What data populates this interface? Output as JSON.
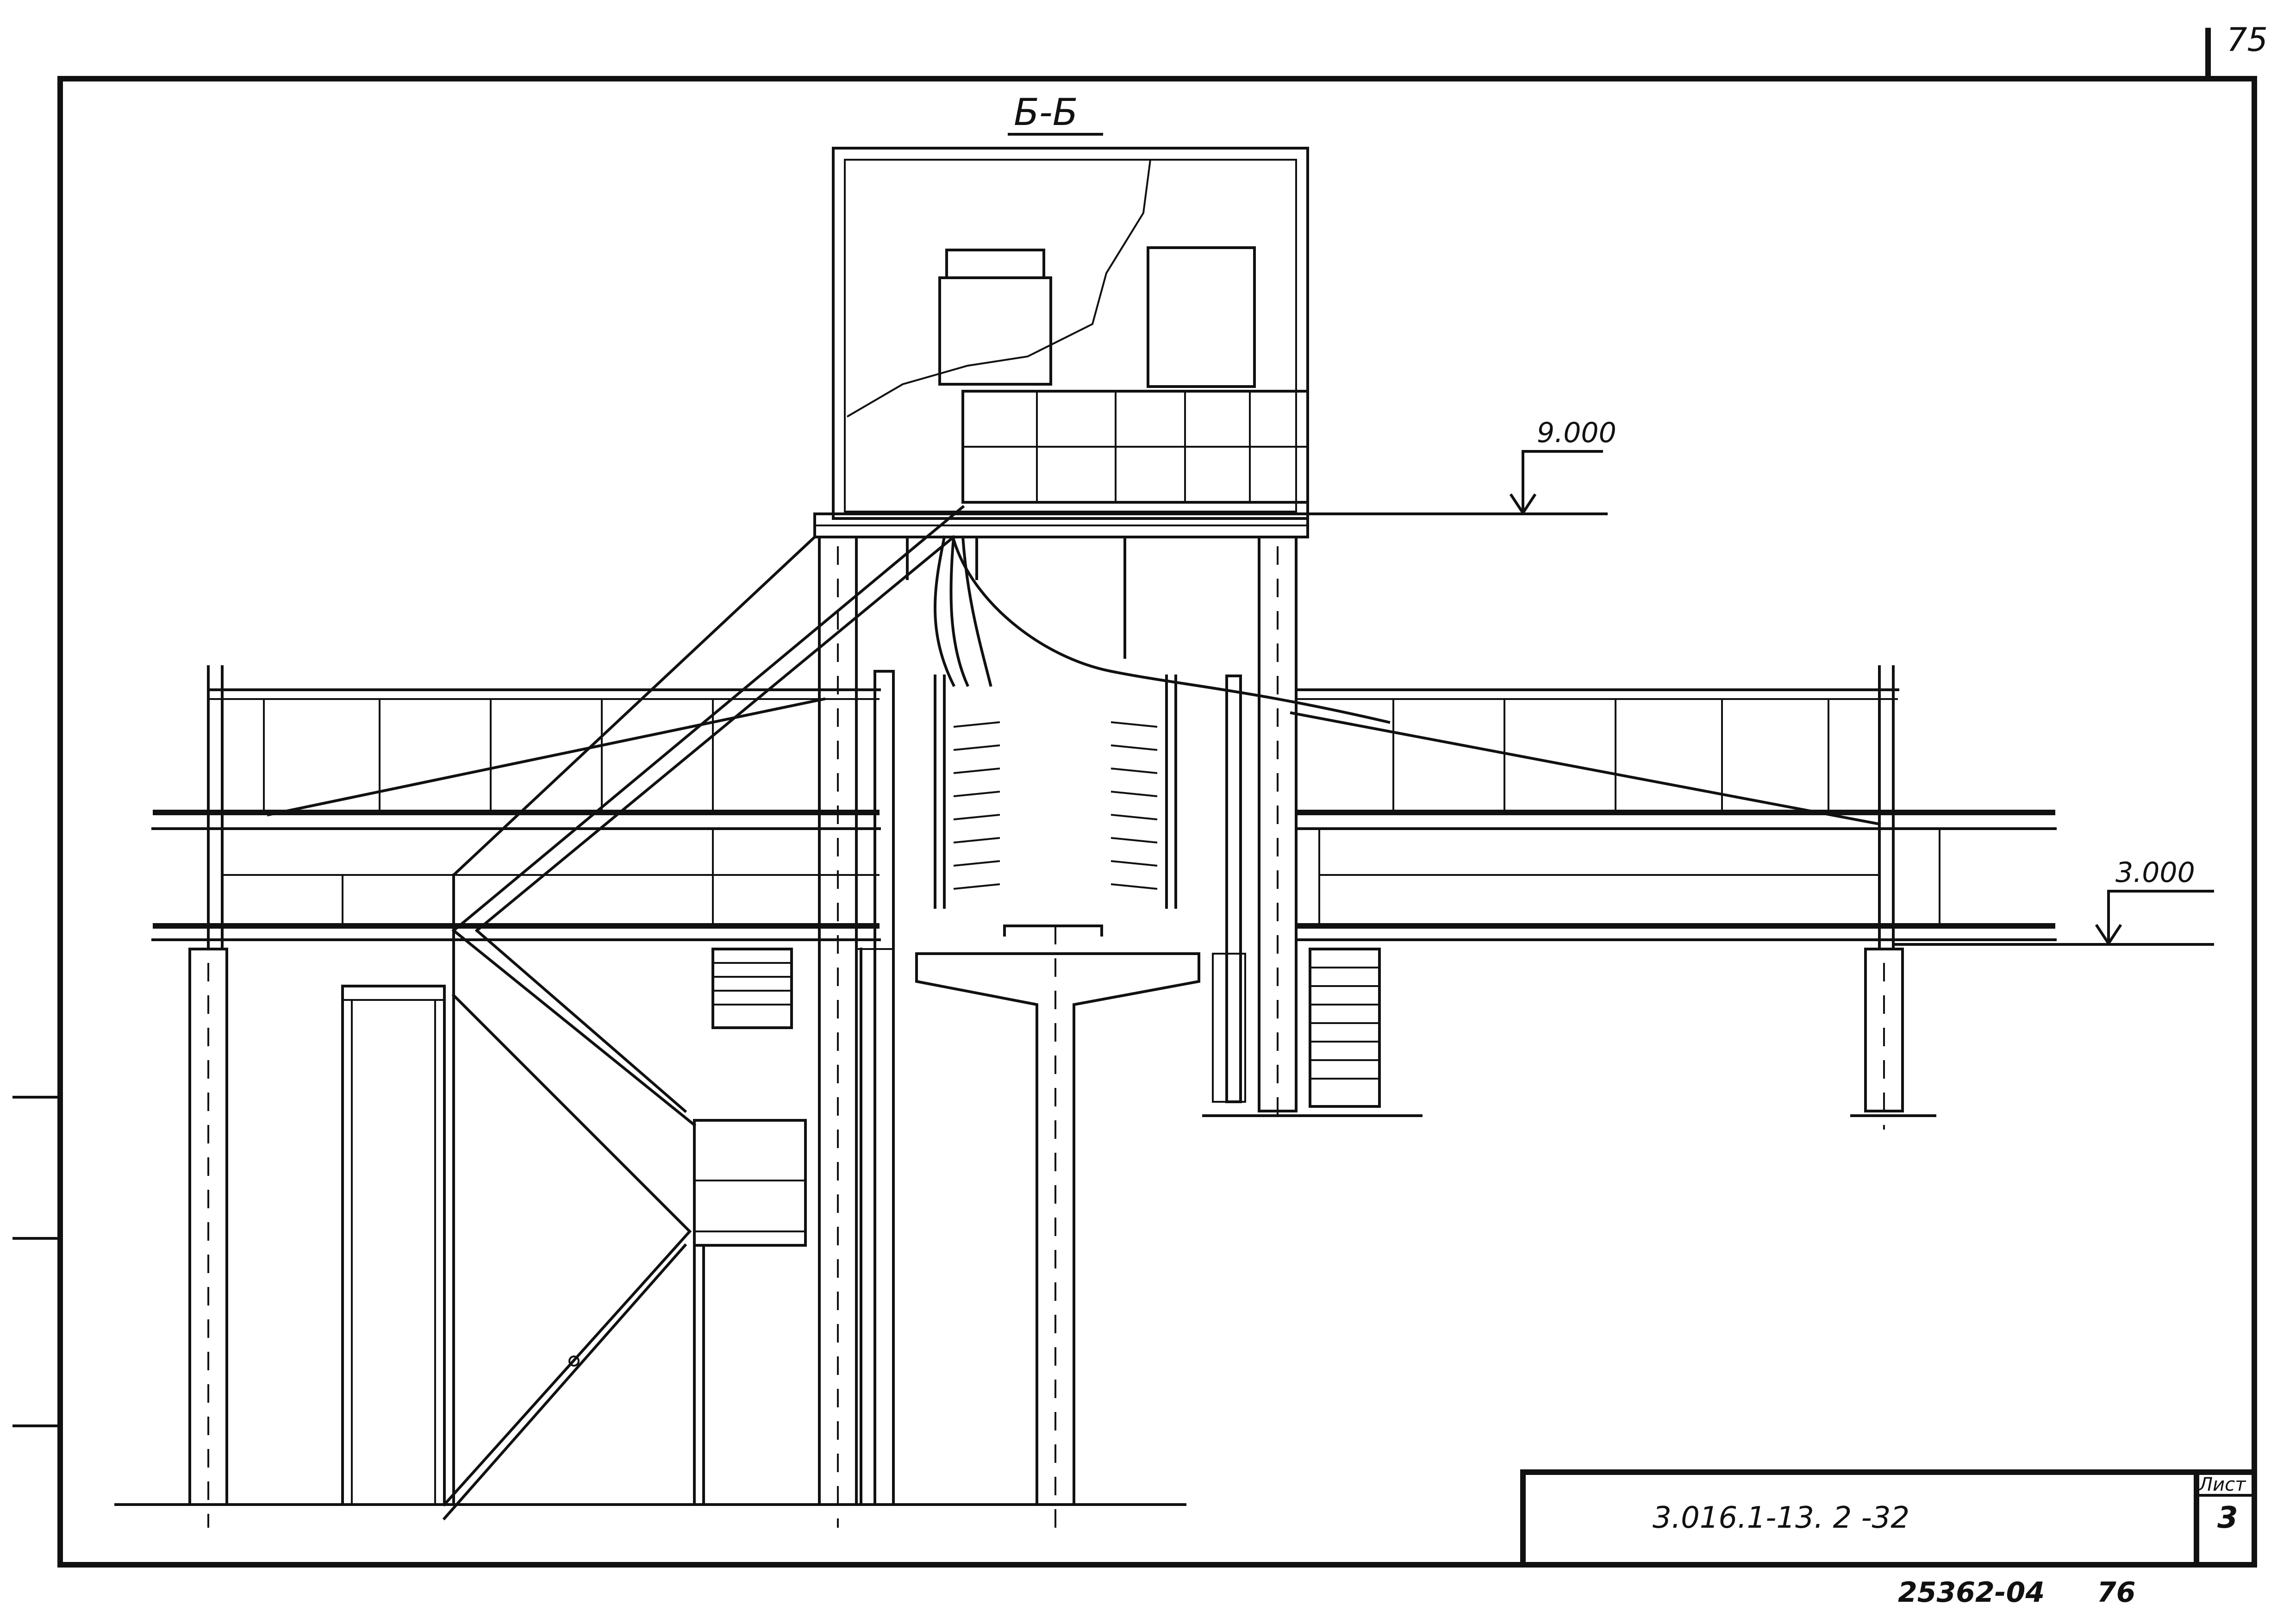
{
  "sheet_corner_number": "75",
  "section_title": "Б-Б",
  "elevations": {
    "upper": "9.000",
    "lower": "3.000"
  },
  "title_block": {
    "designation": "3.016.1-13.  2     -32",
    "sheet_label": "Лист",
    "sheet_number": "3"
  },
  "archive": {
    "number": "25362-04",
    "page": "76"
  }
}
